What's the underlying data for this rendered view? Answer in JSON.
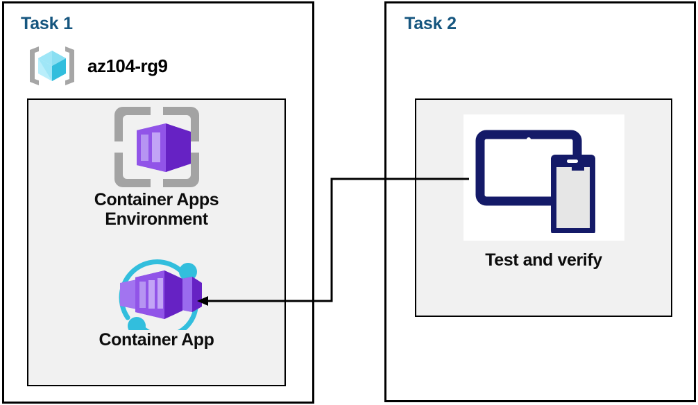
{
  "diagram": {
    "title_color": "#16567f",
    "background": "#ffffff",
    "panel_background": "#f1f1f1",
    "border_color": "#000000"
  },
  "task1": {
    "title": "Task 1",
    "resource_group": {
      "name": "az104-rg9",
      "icon": "resource-group-icon"
    },
    "resources": [
      {
        "label": "Container Apps\nEnvironment",
        "label_line1": "Container Apps",
        "label_line2": "Environment",
        "icon": "container-apps-environment-icon",
        "icon_color": "#7a35d6",
        "frame_color": "#a0a0a0"
      },
      {
        "label": "Container App",
        "icon": "container-app-icon",
        "icon_color": "#8661e0",
        "accent_color": "#32bedd"
      }
    ]
  },
  "task2": {
    "title": "Task 2",
    "resources": [
      {
        "label": "Test and verify",
        "icon": "test-and-verify-devices-icon",
        "icon_color": "#141a68",
        "plate_color": "#ffffff"
      }
    ]
  },
  "connector": {
    "name": "test-to-container-app-arrow",
    "direction": "left",
    "from": "Test and verify",
    "to": "Container App",
    "stroke": "#000000"
  }
}
